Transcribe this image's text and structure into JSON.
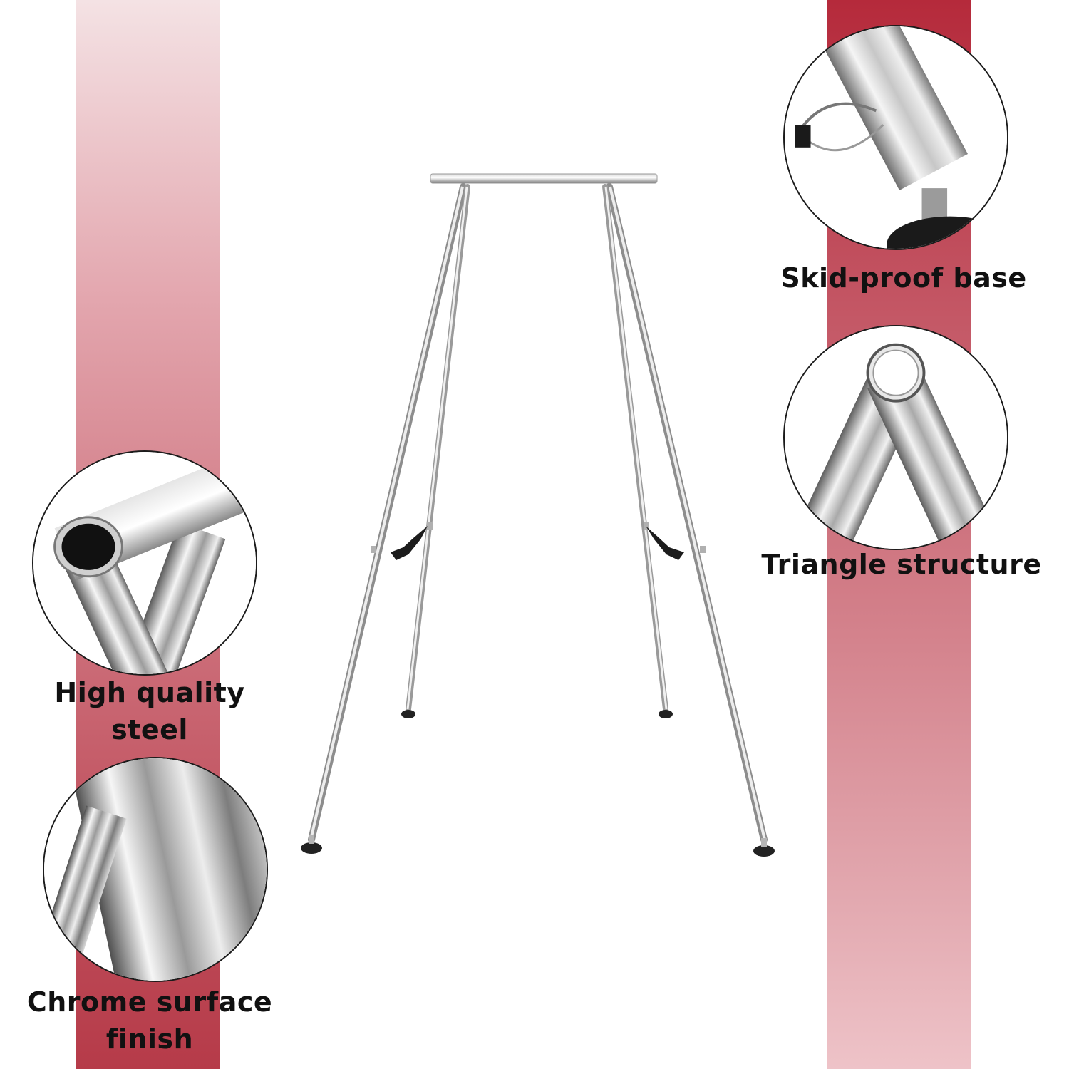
{
  "features": {
    "skid_proof": {
      "label": "Skid-proof base",
      "icon": "skid-proof-foot-detail"
    },
    "triangle": {
      "label": "Triangle structure",
      "icon": "triangle-joint-detail"
    },
    "steel": {
      "line1": "High quality",
      "line2": "steel",
      "icon": "steel-tube-detail"
    },
    "chrome": {
      "line1": "Chrome surface",
      "line2": "finish",
      "icon": "chrome-tube-detail"
    }
  },
  "colors": {
    "accent_red": "#b52a3b",
    "chrome_light": "#f4f4f4",
    "chrome_dark": "#6e6e6e"
  }
}
